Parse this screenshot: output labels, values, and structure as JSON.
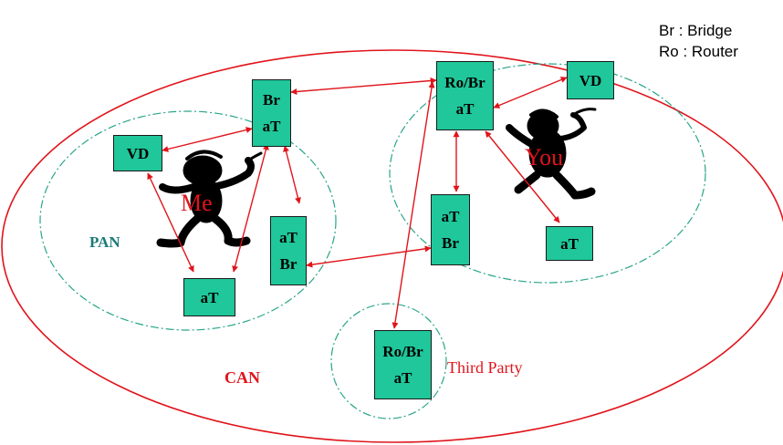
{
  "legend": {
    "line1": "Br : Bridge",
    "line2": "Ro : Router"
  },
  "regions": {
    "can": "CAN",
    "pan": "PAN",
    "third_party": "Third Party"
  },
  "people": {
    "me": "Me",
    "you": "You"
  },
  "nodes": {
    "br_at_left": {
      "top": "Br",
      "bottom": "aT"
    },
    "vd_left": {
      "label": "VD"
    },
    "at_br_left": {
      "top": "aT",
      "bottom": "Br"
    },
    "at_left_bottom": {
      "label": "aT"
    },
    "robr_right": {
      "top": "Ro/Br",
      "bottom": "aT"
    },
    "vd_right": {
      "label": "VD"
    },
    "at_br_right": {
      "top": "aT",
      "bottom": "Br"
    },
    "at_right": {
      "label": "aT"
    },
    "robr_third": {
      "top": "Ro/Br",
      "bottom": "aT"
    }
  },
  "colors": {
    "node_fill": "#1fc79a",
    "link": "#e0141b",
    "can_border": "#e0141b",
    "pan_border": "#2aa58a"
  }
}
